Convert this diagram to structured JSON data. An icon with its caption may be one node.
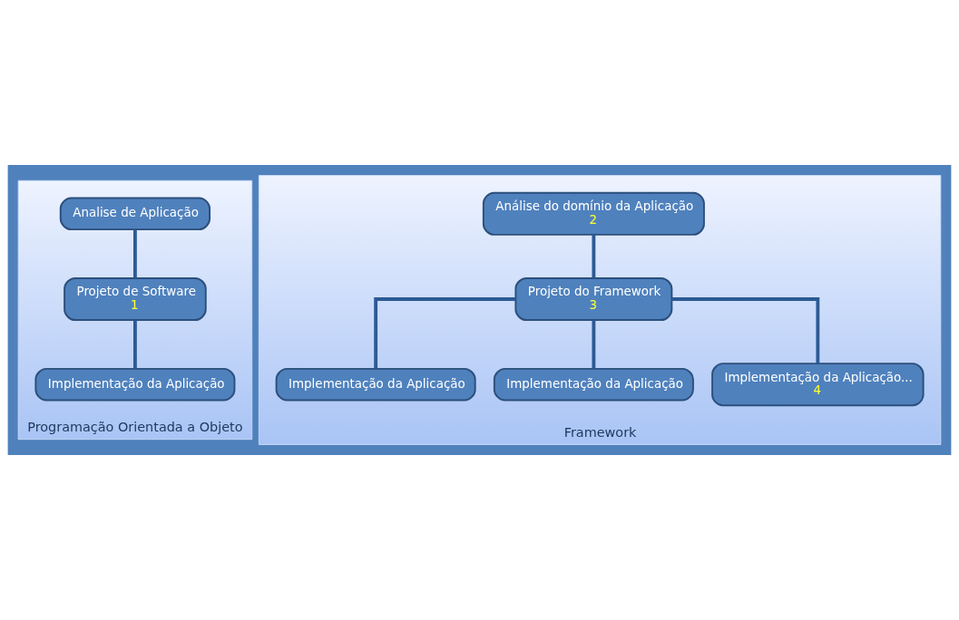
{
  "diagram": {
    "nodes": [
      {
        "text": [
          "Programação Orientada a Objeto"
        ]
      },
      {
        "text": [
          "Analise de Aplicação"
        ],
        "in": 0
      },
      {
        "text": [
          "Projeto de Software",
          "1"
        ],
        "in": 0
      },
      {
        "text": [
          "Implementação da Aplicação"
        ],
        "in": 0
      },
      {
        "text": [
          "Framework"
        ]
      },
      {
        "text": [
          "Análise do domínio da Aplicação",
          "2"
        ],
        "in": 4
      },
      {
        "text": [
          "Projeto do Framework",
          "3"
        ],
        "in": 4
      },
      {
        "text": [
          "Implementação da Aplicação"
        ],
        "in": 4
      },
      {
        "text": [
          "Implementação da Aplicação"
        ],
        "in": 4
      },
      {
        "text": [
          "Implementação da Aplicação...",
          "4"
        ],
        "in": 4
      }
    ],
    "edges": [
      {
        "from": 1,
        "to": 2,
        "arrow": "none"
      },
      {
        "from": 2,
        "to": 3,
        "arrow": "none"
      },
      {
        "from": 5,
        "to": 6,
        "arrow": "none"
      },
      {
        "from": 6,
        "to": 7,
        "arrow": "none"
      },
      {
        "from": 6,
        "to": 8,
        "arrow": "none"
      },
      {
        "from": 6,
        "to": 9,
        "arrow": "none"
      }
    ]
  }
}
